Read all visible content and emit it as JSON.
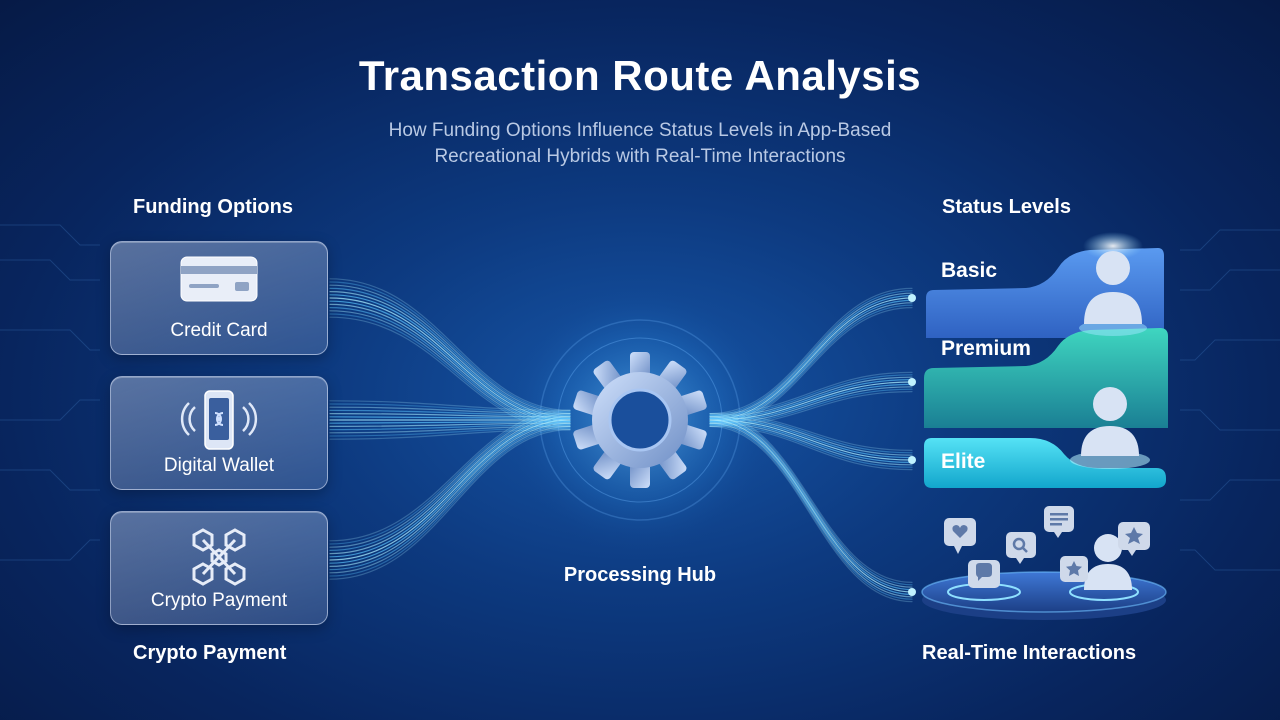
{
  "title": "Transaction Route Analysis",
  "subtitle_line1": "How Funding Options Influence Status Levels in App-Based",
  "subtitle_line2": "Recreational Hybrids with Real-Time Interactions",
  "funding": {
    "heading": "Funding Options",
    "options": [
      {
        "label": "Credit Card",
        "icon": "credit-card-icon"
      },
      {
        "label": "Digital Wallet",
        "icon": "phone-wallet-icon"
      },
      {
        "label": "Crypto Payment",
        "icon": "crypto-network-icon"
      }
    ],
    "footer": "Crypto Payment"
  },
  "hub": {
    "label": "Processing Hub",
    "icon": "gear-icon"
  },
  "status": {
    "heading": "Status Levels",
    "levels": [
      {
        "label": "Basic",
        "color": "#3f7fe0"
      },
      {
        "label": "Premium",
        "color": "#2bb6a8"
      },
      {
        "label": "Elite",
        "color": "#22c9e6"
      }
    ]
  },
  "interactions": {
    "label": "Real-Time Interactions",
    "icons": [
      "heart-bubble-icon",
      "search-bubble-icon",
      "chat-bubble-icon",
      "star-bubble-icon",
      "star-bubble-icon",
      "message-bubble-icon"
    ]
  }
}
